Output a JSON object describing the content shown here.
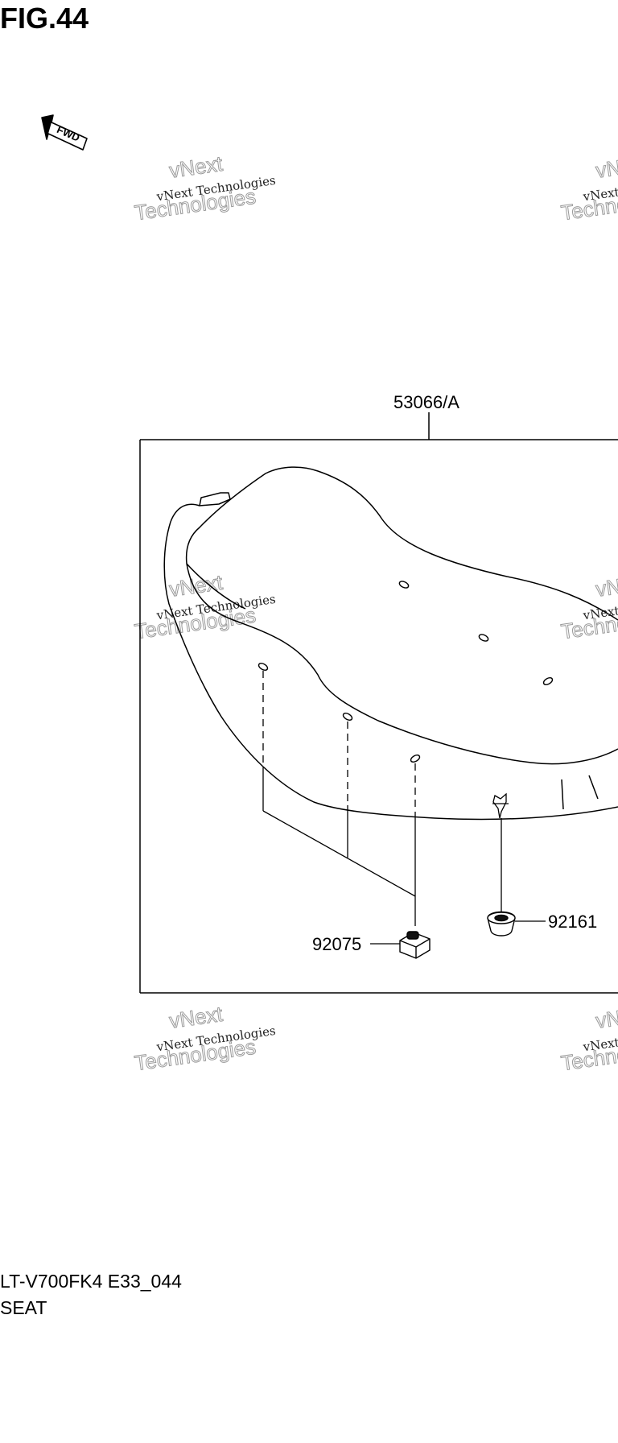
{
  "header": {
    "figure_number": "FIG.44"
  },
  "footer": {
    "model_code": "LT-V700FK4 E33_044",
    "section_name": "SEAT"
  },
  "direction_arrow": {
    "label": "FWD",
    "icon": "forward-arrow-icon"
  },
  "watermark": {
    "company": "vNext Technologies",
    "line1": "vNext",
    "line2": "Technologies"
  },
  "parts": {
    "seat_assembly": "53066/A",
    "cushion": "92075",
    "grommet": "92161"
  },
  "colors": {
    "line": "#000000",
    "watermark_outline": "#9a9a9a"
  }
}
